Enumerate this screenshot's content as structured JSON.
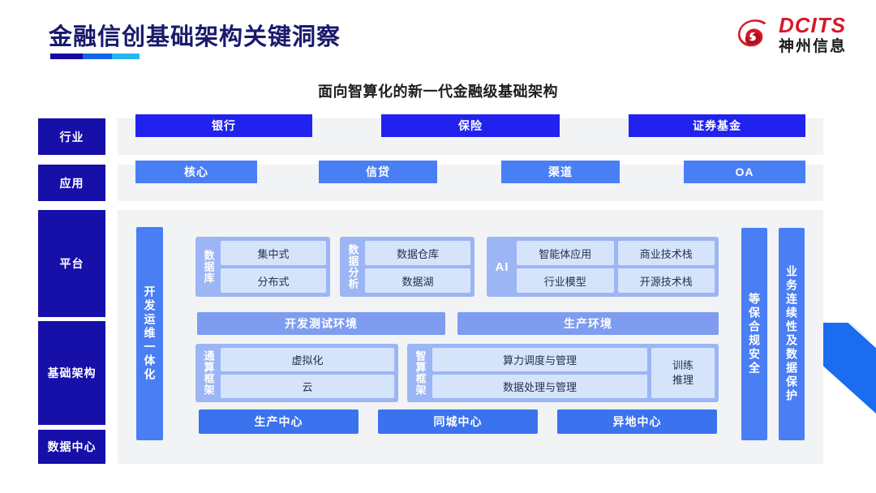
{
  "header": {
    "title": "金融信创基础架构关键洞察",
    "underline_colors": [
      "#140a9c",
      "#1464e8",
      "#27b7ef"
    ],
    "logo": {
      "mark": "red-swirl-icon",
      "en": "DCITS",
      "cn": "神州信息",
      "color": "#d7182a"
    }
  },
  "subtitle": "面向智算化的新一代金融级基础架构",
  "rail": {
    "industry": "行业",
    "application": "应用",
    "platform": "平台",
    "infrastructure": "基础架构",
    "datacenter": "数据中心",
    "color": "#160fa8"
  },
  "industry_row": {
    "items": [
      "银行",
      "保险",
      "证券基金"
    ],
    "color": "#2222ee"
  },
  "application_row": {
    "items": [
      "核心",
      "信贷",
      "渠道",
      "OA"
    ],
    "color": "#4a7ef5"
  },
  "vertical_bars": {
    "devops": "开发运维一体化",
    "security": "等保合规安全",
    "continuity": "业务连续性及数据保护",
    "color": "#4a7ef5"
  },
  "platform": {
    "groups": {
      "database": {
        "label": "数据库",
        "cells": [
          "集中式",
          "分布式"
        ]
      },
      "data_analysis": {
        "label": "数据分析",
        "cells": [
          "数据仓库",
          "数据湖"
        ]
      },
      "ai": {
        "label": "AI",
        "col1": [
          "智能体应用",
          "行业模型"
        ],
        "col2": [
          "商业技术栈",
          "开源技术栈"
        ]
      }
    },
    "environments": [
      "开发测试环境",
      "生产环境"
    ],
    "group_color": "#9cb5f5",
    "cell_color": "#d6e4fb"
  },
  "infrastructure": {
    "general_compute": {
      "label": "通算框架",
      "cells": [
        "虚拟化",
        "云"
      ]
    },
    "intelligent_compute": {
      "label": "智算框架",
      "cells": [
        "算力调度与管理",
        "数据处理与管理"
      ],
      "side": "训练\n推理",
      "side_line1": "训练",
      "side_line2": "推理"
    }
  },
  "datacenters": {
    "items": [
      "生产中心",
      "同城中心",
      "异地中心"
    ],
    "color": "#3b72ee"
  }
}
